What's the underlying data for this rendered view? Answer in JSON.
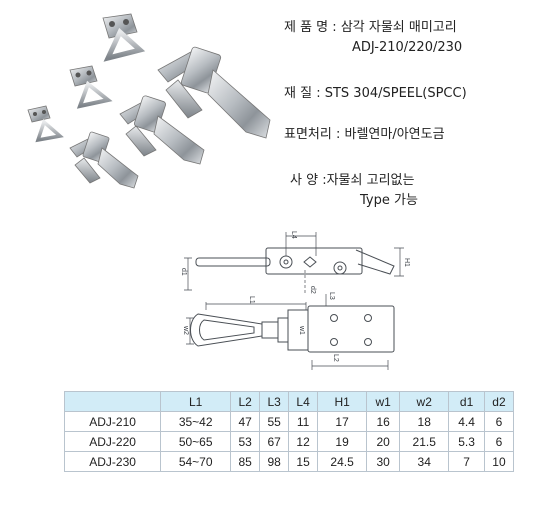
{
  "info": {
    "product_label": "제 품 명",
    "product_name": "삼각 자물쇠 매미고리",
    "model_codes": "ADJ-210/220/230",
    "material_label": "재        질",
    "material_value": "STS 304/SPEEL(SPCC)",
    "surface_label": "표면처리",
    "surface_value": "바렐연마/아연도금",
    "spec_label": "사        양",
    "spec_value_1": "자물쇠 고리없는",
    "spec_value_2": "Type 가능"
  },
  "drawing": {
    "dim_labels": [
      "L4",
      "H1",
      "d1",
      "L1",
      "d2",
      "L3",
      "w2",
      "w1",
      "L2"
    ]
  },
  "table": {
    "headers": [
      "",
      "L1",
      "L2",
      "L3",
      "L4",
      "H1",
      "w1",
      "w2",
      "d1",
      "d2"
    ],
    "rows": [
      [
        "ADJ-210",
        "35~42",
        "47",
        "55",
        "11",
        "17",
        "16",
        "18",
        "4.4",
        "6"
      ],
      [
        "ADJ-220",
        "50~65",
        "53",
        "67",
        "12",
        "19",
        "20",
        "21.5",
        "5.3",
        "6"
      ],
      [
        "ADJ-230",
        "54~70",
        "85",
        "98",
        "15",
        "24.5",
        "30",
        "34",
        "7",
        "10"
      ]
    ]
  },
  "colors": {
    "header_bg": "#d2ecf7",
    "grid_line": "#b9c4ce",
    "drawing_line": "#4a4f55"
  }
}
